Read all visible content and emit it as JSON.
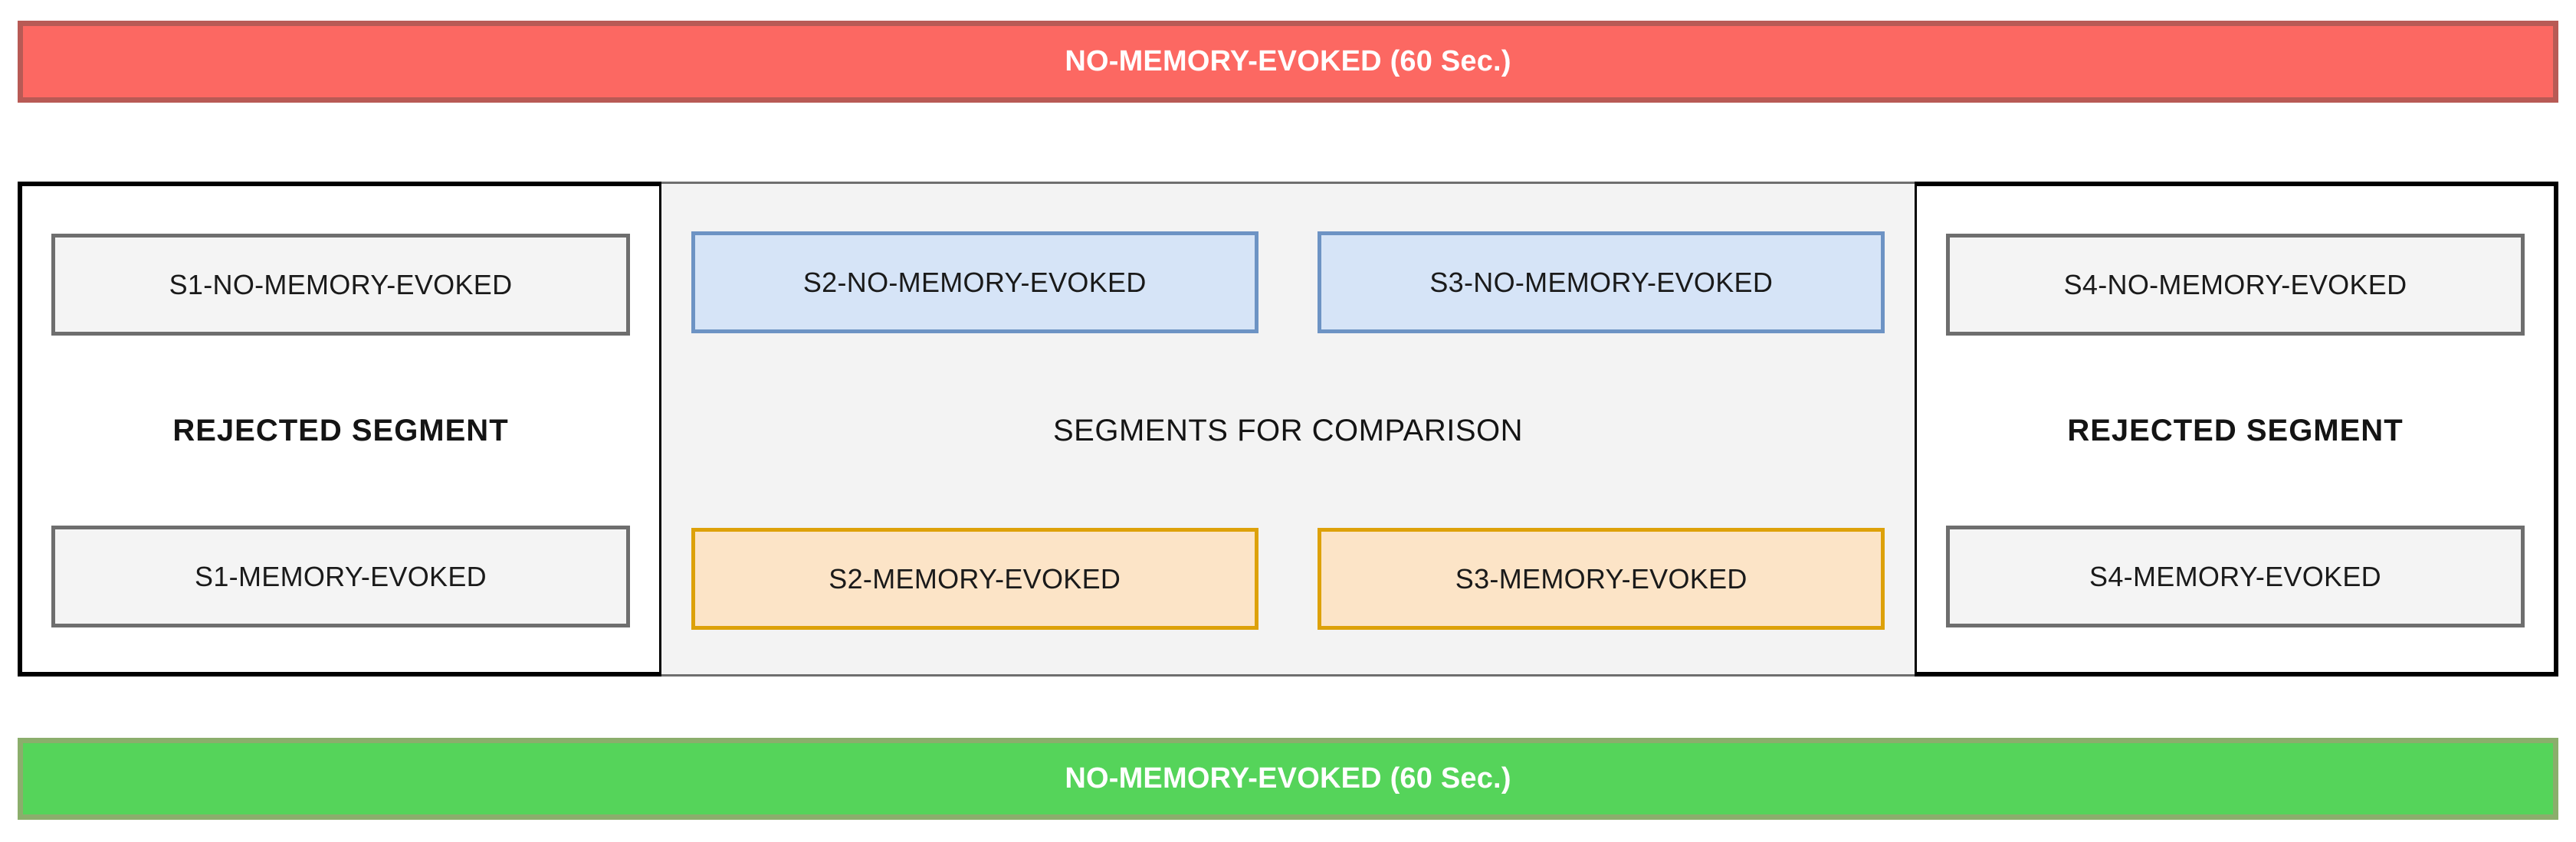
{
  "banners": {
    "top": {
      "label": "NO-MEMORY-EVOKED (60 Sec.)",
      "fill": "#fc6862",
      "border": "#b85a55"
    },
    "bottom": {
      "label": "NO-MEMORY-EVOKED (60 Sec.)",
      "fill": "#55d45a",
      "border": "#8bae6c"
    }
  },
  "panels": {
    "left": {
      "caption": "REJECTED SEGMENT",
      "top_box": "S1-NO-MEMORY-EVOKED",
      "bottom_box": "S1-MEMORY-EVOKED",
      "box_fill": "#f4f4f4",
      "box_border": "#6e6e6e"
    },
    "comparison": {
      "caption": "SEGMENTS FOR COMPARISON",
      "background": "#f3f3f3",
      "border": "#6e6e6e",
      "columns": [
        {
          "top_box": "S2-NO-MEMORY-EVOKED",
          "bottom_box": "S2-MEMORY-EVOKED"
        },
        {
          "top_box": "S3-NO-MEMORY-EVOKED",
          "bottom_box": "S3-MEMORY-EVOKED"
        }
      ],
      "top_box_fill": "#d6e4f7",
      "top_box_border": "#6d93c4",
      "bottom_box_fill": "#fce4c7",
      "bottom_box_border": "#dda109"
    },
    "right": {
      "caption": "REJECTED SEGMENT",
      "top_box": "S4-NO-MEMORY-EVOKED",
      "bottom_box": "S4-MEMORY-EVOKED",
      "box_fill": "#f4f4f4",
      "box_border": "#6e6e6e"
    }
  }
}
